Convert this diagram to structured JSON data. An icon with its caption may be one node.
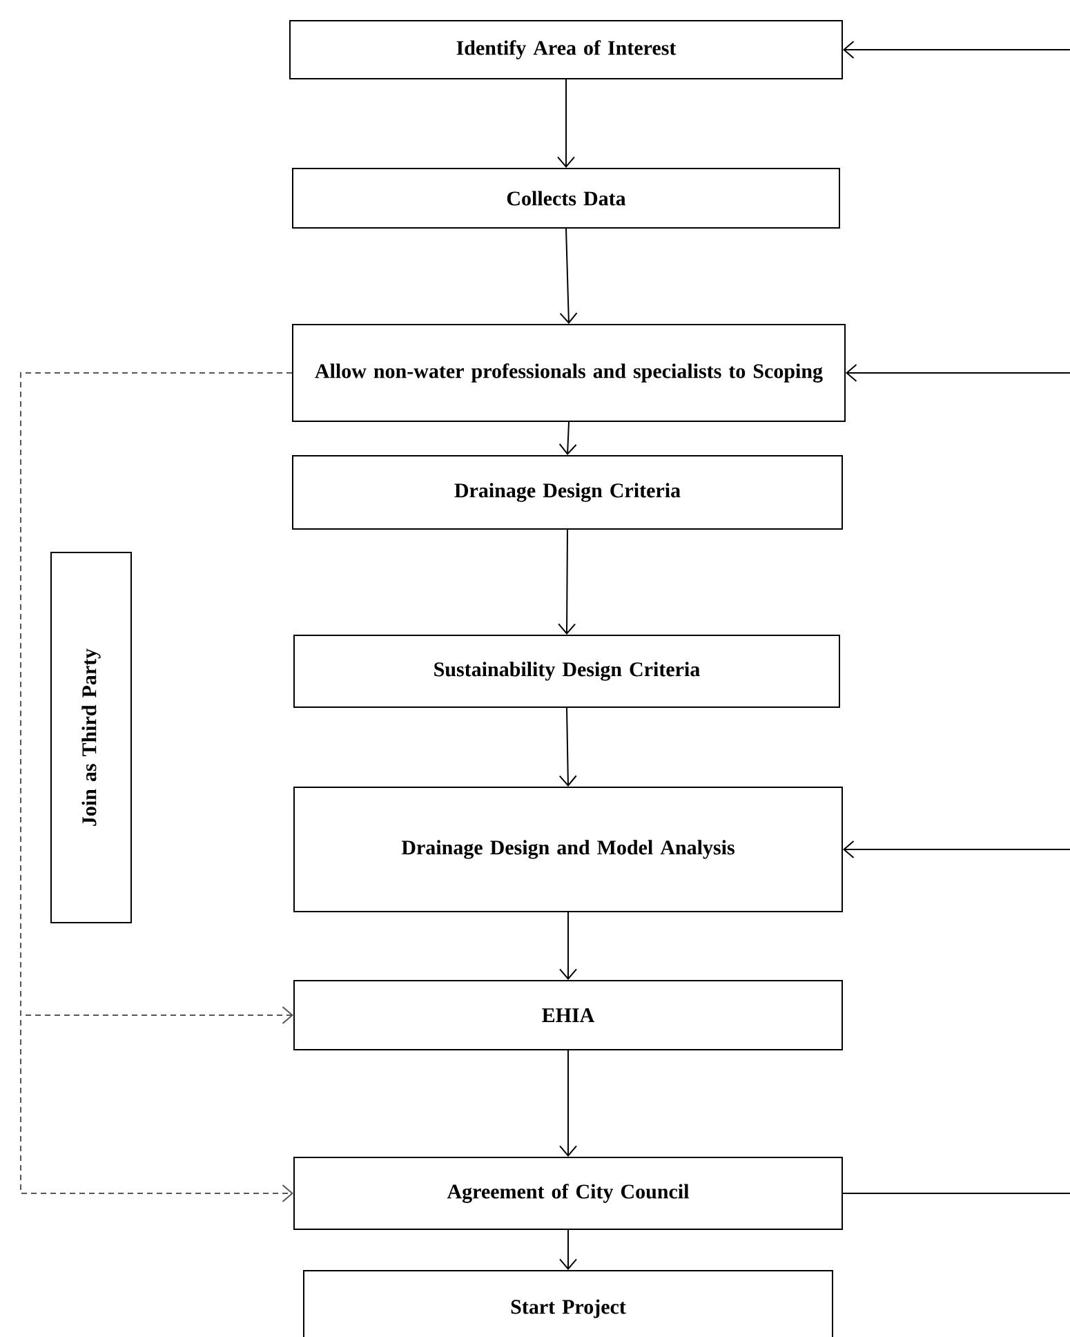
{
  "diagram": {
    "nodes": [
      {
        "text": [
          "Identify Area of Interest"
        ]
      },
      {
        "text": [
          "Collects Data"
        ]
      },
      {
        "text": [
          "Allow non-water professionals and specialists to Scoping"
        ]
      },
      {
        "text": [
          "Drainage Design Criteria"
        ]
      },
      {
        "text": [
          "Sustainability Design Criteria"
        ]
      },
      {
        "text": [
          "Drainage Design and Model Analysis"
        ]
      },
      {
        "text": [
          "EHIA"
        ]
      },
      {
        "text": [
          "Agreement of City Council"
        ]
      },
      {
        "text": [
          "Start Project"
        ]
      },
      {
        "text": [
          "Join as Third Party"
        ]
      }
    ],
    "edges": [
      {
        "from": 0,
        "to": 1,
        "arrow": "to"
      },
      {
        "from": 1,
        "to": 2,
        "arrow": "to"
      },
      {
        "from": 2,
        "to": 3,
        "arrow": "to"
      },
      {
        "from": 3,
        "to": 4,
        "arrow": "to"
      },
      {
        "from": 4,
        "to": 5,
        "arrow": "to"
      },
      {
        "from": 5,
        "to": 6,
        "arrow": "to"
      },
      {
        "from": 6,
        "to": 7,
        "arrow": "to"
      },
      {
        "from": 7,
        "to": 8,
        "arrow": "to"
      },
      {
        "from": null,
        "to": 0,
        "arrow": "to"
      },
      {
        "from": null,
        "to": 2,
        "arrow": "to"
      },
      {
        "from": null,
        "to": 5,
        "arrow": "to"
      },
      {
        "from": 7,
        "to": null,
        "arrow": "none"
      },
      {
        "from": 2,
        "to": 6,
        "arrow": "to",
        "style": "dashed",
        "color": "#555555"
      },
      {
        "from": 2,
        "to": 7,
        "arrow": "to",
        "style": "dashed",
        "color": "#555555"
      }
    ]
  }
}
